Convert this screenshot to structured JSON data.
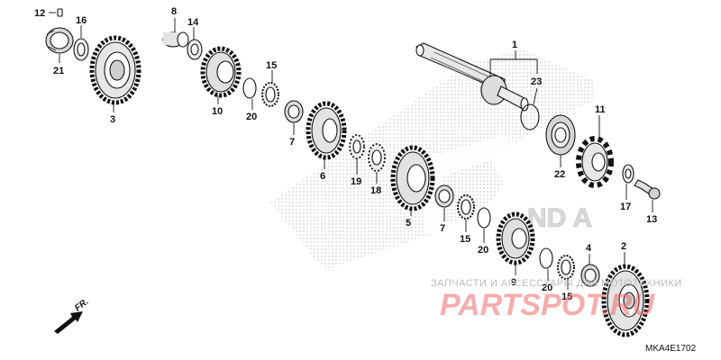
{
  "diagram": {
    "diagram_code": "MKA4E1702",
    "direction_label": "FR.",
    "watermark_caption": "ЗАПЧАСТИ И АКСЕССУАРЫ ДЛЯ МОТОТЕХНИКИ",
    "watermark_logo": "PARTSPOT.RU",
    "callouts": [
      {
        "id": "c1",
        "label": "1"
      },
      {
        "id": "c2",
        "label": "2"
      },
      {
        "id": "c3",
        "label": "3"
      },
      {
        "id": "c4",
        "label": "4"
      },
      {
        "id": "c5",
        "label": "5"
      },
      {
        "id": "c6",
        "label": "6"
      },
      {
        "id": "c7a",
        "label": "7"
      },
      {
        "id": "c7b",
        "label": "7"
      },
      {
        "id": "c8",
        "label": "8"
      },
      {
        "id": "c9",
        "label": "9"
      },
      {
        "id": "c10",
        "label": "10"
      },
      {
        "id": "c11",
        "label": "11"
      },
      {
        "id": "c12",
        "label": "12"
      },
      {
        "id": "c13",
        "label": "13"
      },
      {
        "id": "c14",
        "label": "14"
      },
      {
        "id": "c15a",
        "label": "15"
      },
      {
        "id": "c15b",
        "label": "15"
      },
      {
        "id": "c15c",
        "label": "15"
      },
      {
        "id": "c16",
        "label": "16"
      },
      {
        "id": "c17",
        "label": "17"
      },
      {
        "id": "c18",
        "label": "18"
      },
      {
        "id": "c19",
        "label": "19"
      },
      {
        "id": "c20a",
        "label": "20"
      },
      {
        "id": "c20b",
        "label": "20"
      },
      {
        "id": "c20c",
        "label": "20"
      },
      {
        "id": "c21",
        "label": "21"
      },
      {
        "id": "c22",
        "label": "22"
      },
      {
        "id": "c23",
        "label": "23"
      }
    ]
  }
}
